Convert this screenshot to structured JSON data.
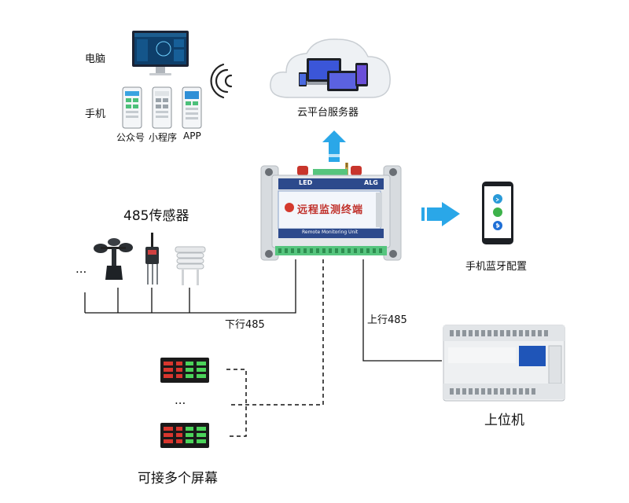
{
  "left_top": {
    "pc_label": "电脑",
    "phone_label": "手机",
    "phone_app_labels": [
      "公众号",
      "小程序",
      "APP"
    ]
  },
  "cloud": {
    "label": "云平台服务器"
  },
  "device": {
    "title": "远程监测终端",
    "sub_title": "Remote Monitoring Unit",
    "led_label": "LED",
    "brand": "ALG"
  },
  "sensors": {
    "label": "485传感器",
    "ellipsis": "..."
  },
  "bluetooth": {
    "label": "手机蓝牙配置"
  },
  "links": {
    "downlink_label": "下行485",
    "uplink_label": "上行485"
  },
  "upper": {
    "label": "上位机"
  },
  "screens": {
    "label": "可接多个屏幕",
    "ellipsis": "..."
  },
  "colors": {
    "arrow_blue": "#2aa7e8",
    "device_body": "#e4e7ea",
    "terminal_green": "#56c57e",
    "line": "#111111"
  },
  "icons": [
    "monitor-icon",
    "phone-icon",
    "wifi-signal-icon",
    "cloud-icon",
    "arrow-up-icon",
    "arrow-right-icon",
    "bluetooth-icon",
    "wechat-icon",
    "call-icon"
  ]
}
